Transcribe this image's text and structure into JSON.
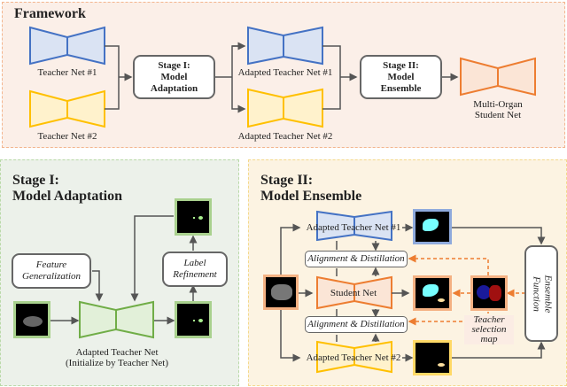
{
  "framework": {
    "title": "Framework",
    "teacher1": "Teacher Net #1",
    "teacher2": "Teacher Net #2",
    "stage1_box": [
      "Stage I:",
      "Model",
      "Adaptation"
    ],
    "adapted1": "Adapted Teacher Net #1",
    "adapted2": "Adapted Teacher Net #2",
    "stage2_box": [
      "Stage II:",
      "Model",
      "Ensemble"
    ],
    "student": [
      "Multi-Organ",
      "Student Net"
    ]
  },
  "stage1": {
    "title": [
      "Stage I:",
      "Model Adaptation"
    ],
    "feature_gen": [
      "Feature",
      "Generalization"
    ],
    "label_ref": [
      "Label",
      "Refinement"
    ],
    "net_label": [
      "Adapted Teacher Net",
      "(Initialize by Teacher Net)"
    ]
  },
  "stage2": {
    "title": [
      "Stage II:",
      "Model Ensemble"
    ],
    "adapted1": "Adapted Teacher Net #1",
    "adapted2": "Adapted Teacher Net #2",
    "student": "Student Net",
    "align_top": "Alignment & Distillation",
    "align_bottom": "Alignment & Distillation",
    "ensemble": [
      "Ensemble",
      "Function"
    ],
    "selection": [
      "Teacher",
      "selection",
      "map"
    ]
  },
  "colors": {
    "blue": "#4472c4",
    "blue_fill": "#dae3f3",
    "yellow": "#ffc000",
    "yellow_fill": "#fff2cc",
    "orange": "#ed7d31",
    "orange_fill": "#fbe5d6",
    "green": "#70ad47",
    "green_fill": "#e2f0d9"
  }
}
